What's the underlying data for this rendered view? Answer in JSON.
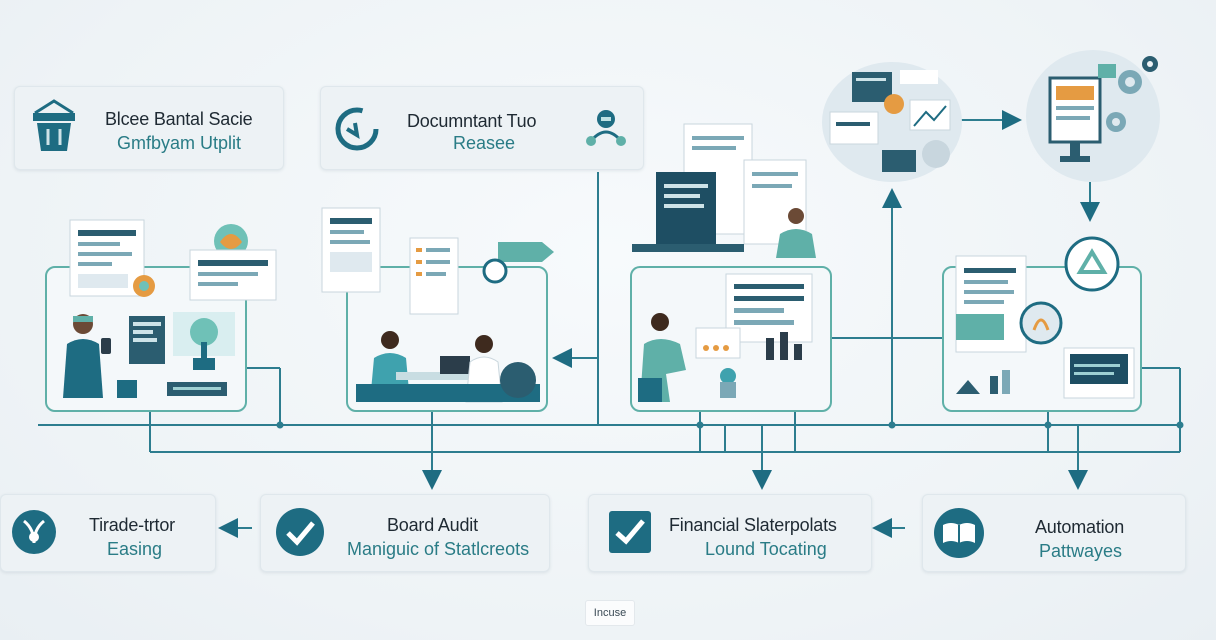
{
  "top_cards": [
    {
      "title": "Blcee Bantal Sacie",
      "subtitle": "Gmfbyam Utplit",
      "icon": "shopping-basket-icon"
    },
    {
      "title": "Documntant Tuo",
      "subtitle": "Reasee",
      "icon": "progress-dial-icon"
    }
  ],
  "bottom_cards": [
    {
      "title": "Tirade-trtor",
      "subtitle": "Easing",
      "icon": "leaf-emblem-icon"
    },
    {
      "title": "Board Audit",
      "subtitle": "Maniguic of Statlcreots",
      "icon": "checkmark-icon"
    },
    {
      "title": "Financial Slaterpolats",
      "subtitle": "Lound Tocating",
      "icon": "shield-check-icon"
    },
    {
      "title": "Automation",
      "subtitle": "Pattwayes",
      "icon": "open-book-icon"
    }
  ],
  "caption": "Incuse",
  "colors": {
    "primary": "#1e6c82",
    "teal": "#5fb0a8",
    "dark_text": "#1f2a33",
    "sub_text": "#2a7c86"
  }
}
